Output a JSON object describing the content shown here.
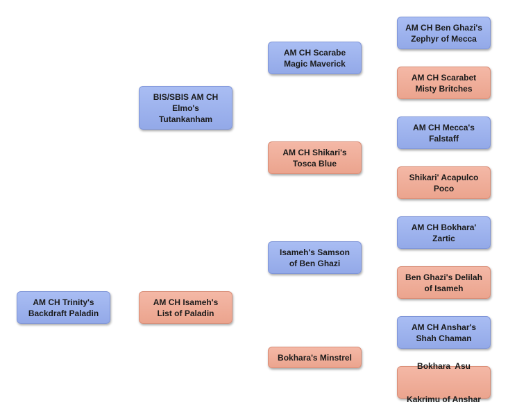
{
  "pedigree": {
    "subject": {
      "line1": "AM CH Trinity's",
      "line2": "Backdraft Paladin",
      "line3": ""
    },
    "sire": {
      "line1": "BIS/SBIS AM CH",
      "line2": "Elmo's",
      "line3": "Tutankanham"
    },
    "dam": {
      "line1": "AM CH Isameh's",
      "line2": "List of Paladin",
      "line3": ""
    },
    "sire_sire": {
      "line1": "AM CH Scarabe",
      "line2": "Magic Maverick",
      "line3": ""
    },
    "sire_dam": {
      "line1": "AM CH Shikari's",
      "line2": "Tosca Blue",
      "line3": ""
    },
    "dam_sire": {
      "line1": "Isameh's Samson",
      "line2": "of Ben Ghazi",
      "line3": ""
    },
    "dam_dam": {
      "line1": "Bokhara's Minstrel",
      "line2": "",
      "line3": ""
    },
    "ss_sire": {
      "line1": "AM CH Ben Ghazi's",
      "line2": "Zephyr of Mecca",
      "line3": ""
    },
    "ss_dam": {
      "line1": "AM CH Scarabet",
      "line2": "Misty Britches",
      "line3": ""
    },
    "sd_sire": {
      "line1": "AM CH Mecca's",
      "line2": "Falstaff",
      "line3": ""
    },
    "sd_dam": {
      "line1": "Shikari' Acapulco",
      "line2": "Poco",
      "line3": ""
    },
    "ds_sire": {
      "line1": "AM CH Bokhara'",
      "line2": "Zartic",
      "line3": ""
    },
    "ds_dam": {
      "line1": "Ben Ghazi's Delilah",
      "line2": "of Isameh",
      "line3": ""
    },
    "dd_sire": {
      "line1": "AM CH Anshar's",
      "line2": "Shah Chaman",
      "line3": ""
    },
    "dd_dam": {
      "line1": "Bokhara  Asu",
      "line2": "Kakrimu of Anshar",
      "line3": ""
    }
  },
  "colors": {
    "male": "#9bb0ec",
    "female": "#efac97"
  }
}
